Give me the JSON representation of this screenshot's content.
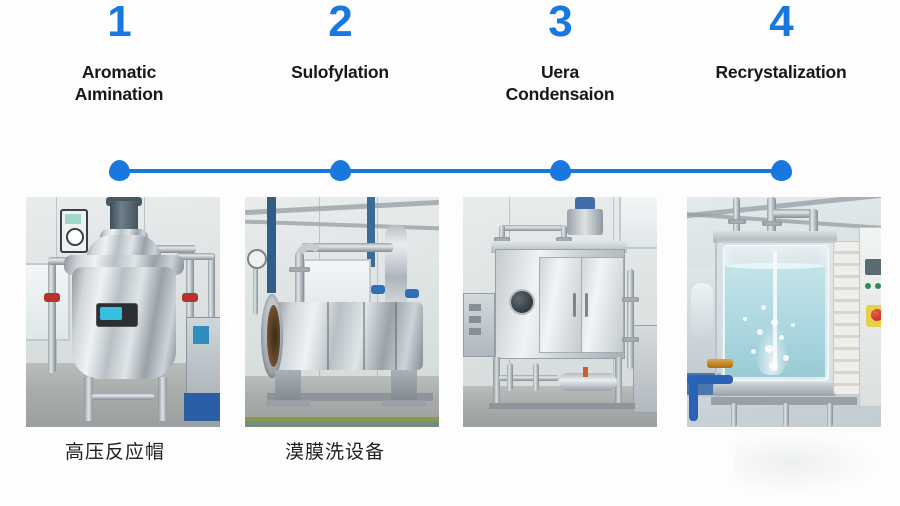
{
  "page": {
    "background_color": "#fdfdfd",
    "accent_color": "#1878e0",
    "text_color": "#16181c"
  },
  "timeline": {
    "line_color": "#1878e0",
    "steps": [
      {
        "number": "1",
        "label": "Aromatic\nAımination",
        "label_line1": "Aromatic",
        "label_line2": "Aımination"
      },
      {
        "number": "2",
        "label": "Sulofylation",
        "label_line1": "Sulofylation",
        "label_line2": ""
      },
      {
        "number": "3",
        "label": "Uera\nCondensaion",
        "label_line1": "Uera",
        "label_line2": "Condensaion"
      },
      {
        "number": "4",
        "label": "Recrystalization",
        "label_line1": "Recrystalization",
        "label_line2": ""
      }
    ]
  },
  "gallery": {
    "items": [
      {
        "alt": "stainless-steel-pressure-reactor-vessel-with-top-motor-and-control-panel",
        "caption": "高压反应帽"
      },
      {
        "alt": "horizontal-cylindrical-vessel-with-open-flange-and-overhead-piping",
        "caption": "漠膜洗设备"
      },
      {
        "alt": "stainless-steel-double-door-cabinet-dryer-on-frame-with-piping",
        "caption": ""
      },
      {
        "alt": "transparent-glass-crystallizer-with-liquid-and-control-panel",
        "caption": ""
      }
    ]
  }
}
